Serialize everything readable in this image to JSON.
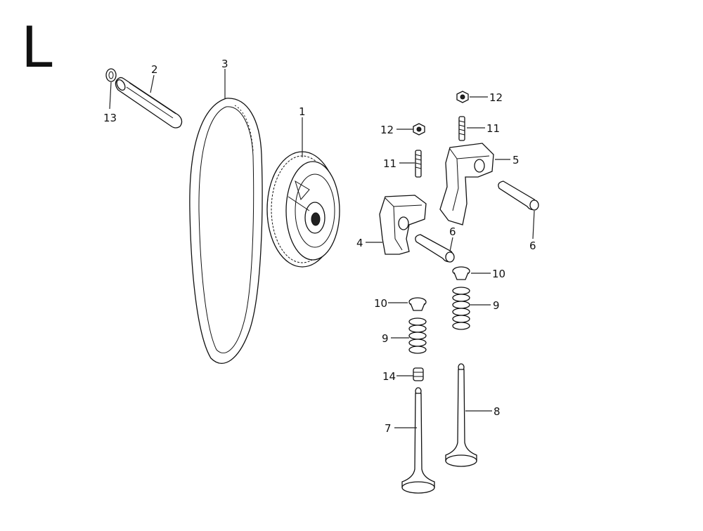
{
  "diagram": {
    "section_letter": "L",
    "callouts": [
      {
        "id": "c1",
        "text": "1"
      },
      {
        "id": "c2",
        "text": "2"
      },
      {
        "id": "c3",
        "text": "3"
      },
      {
        "id": "c4",
        "text": "4"
      },
      {
        "id": "c5",
        "text": "5"
      },
      {
        "id": "c6a",
        "text": "6"
      },
      {
        "id": "c6b",
        "text": "6"
      },
      {
        "id": "c7",
        "text": "7"
      },
      {
        "id": "c8",
        "text": "8"
      },
      {
        "id": "c9a",
        "text": "9"
      },
      {
        "id": "c9b",
        "text": "9"
      },
      {
        "id": "c10a",
        "text": "10"
      },
      {
        "id": "c10b",
        "text": "10"
      },
      {
        "id": "c11a",
        "text": "11"
      },
      {
        "id": "c11b",
        "text": "11"
      },
      {
        "id": "c12a",
        "text": "12"
      },
      {
        "id": "c12b",
        "text": "12"
      },
      {
        "id": "c13",
        "text": "13"
      },
      {
        "id": "c14",
        "text": "14"
      }
    ]
  }
}
